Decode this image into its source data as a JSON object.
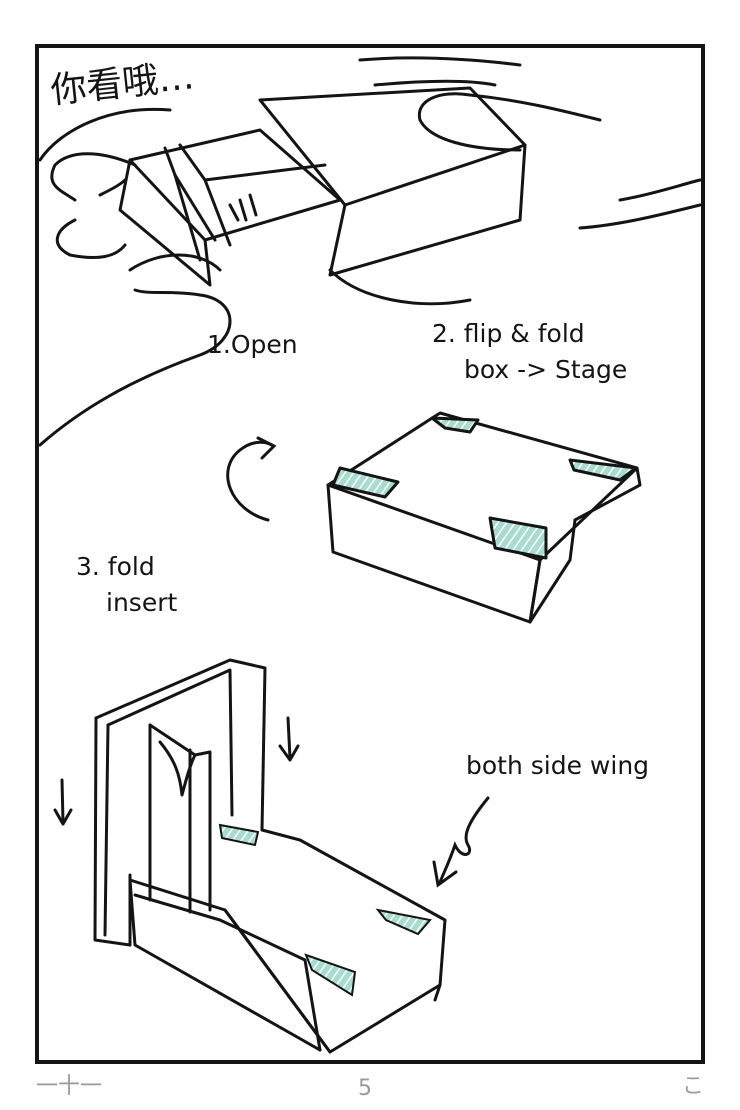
{
  "speech": "你看哦…",
  "steps": {
    "step1": "1.Open",
    "step2_line1": "2. flip & fold",
    "step2_line2": "box -> Stage",
    "step3_line1": "3. fold",
    "step3_line2": "insert",
    "note": "both side wing"
  },
  "footer": {
    "left": "一十一",
    "page_number": "5",
    "right": "こ"
  },
  "colors": {
    "line": "#141414",
    "tape": "#a8dccd",
    "footer_text": "#9a9a9a"
  }
}
